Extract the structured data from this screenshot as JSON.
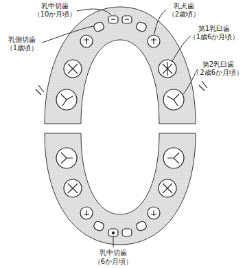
{
  "diagram": {
    "labels": [
      "乳中切歯",
      "（10か月頃）",
      "乳犬歯",
      "（2歳頃）",
      "乳側切歯",
      "（1歳頃）",
      "第1乳臼歯",
      "（1歳6か月頃）",
      "第2乳臼歯",
      "（2歳6か月頃）",
      "乳中切歯",
      "（6か月頃）"
    ]
  }
}
